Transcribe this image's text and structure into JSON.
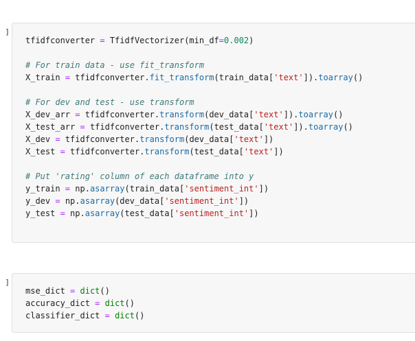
{
  "cells": [
    {
      "prompt": "[ ]:",
      "lines": [
        [
          {
            "t": "plain",
            "v": "tfidfconverter "
          },
          {
            "t": "op",
            "v": "="
          },
          {
            "t": "plain",
            "v": " TfidfVectorizer(min_df"
          },
          {
            "t": "op",
            "v": "="
          },
          {
            "t": "number",
            "v": "0.002"
          },
          {
            "t": "plain",
            "v": ")"
          }
        ],
        [],
        [
          {
            "t": "comment",
            "v": "# For train data - use fit_transform"
          }
        ],
        [
          {
            "t": "plain",
            "v": "X_train "
          },
          {
            "t": "op",
            "v": "="
          },
          {
            "t": "plain",
            "v": " tfidfconverter."
          },
          {
            "t": "method",
            "v": "fit_transform"
          },
          {
            "t": "plain",
            "v": "(train_data["
          },
          {
            "t": "string",
            "v": "'text'"
          },
          {
            "t": "plain",
            "v": "])."
          },
          {
            "t": "method",
            "v": "toarray"
          },
          {
            "t": "plain",
            "v": "()"
          }
        ],
        [],
        [
          {
            "t": "comment",
            "v": "# For dev and test - use transform"
          }
        ],
        [
          {
            "t": "plain",
            "v": "X_dev_arr "
          },
          {
            "t": "op",
            "v": "="
          },
          {
            "t": "plain",
            "v": " tfidfconverter."
          },
          {
            "t": "method",
            "v": "transform"
          },
          {
            "t": "plain",
            "v": "(dev_data["
          },
          {
            "t": "string",
            "v": "'text'"
          },
          {
            "t": "plain",
            "v": "])."
          },
          {
            "t": "method",
            "v": "toarray"
          },
          {
            "t": "plain",
            "v": "()"
          }
        ],
        [
          {
            "t": "plain",
            "v": "X_test_arr "
          },
          {
            "t": "op",
            "v": "="
          },
          {
            "t": "plain",
            "v": " tfidfconverter."
          },
          {
            "t": "method",
            "v": "transform"
          },
          {
            "t": "plain",
            "v": "(test_data["
          },
          {
            "t": "string",
            "v": "'text'"
          },
          {
            "t": "plain",
            "v": "])."
          },
          {
            "t": "method",
            "v": "toarray"
          },
          {
            "t": "plain",
            "v": "()"
          }
        ],
        [
          {
            "t": "plain",
            "v": "X_dev "
          },
          {
            "t": "op",
            "v": "="
          },
          {
            "t": "plain",
            "v": " tfidfconverter."
          },
          {
            "t": "method",
            "v": "transform"
          },
          {
            "t": "plain",
            "v": "(dev_data["
          },
          {
            "t": "string",
            "v": "'text'"
          },
          {
            "t": "plain",
            "v": "])"
          }
        ],
        [
          {
            "t": "plain",
            "v": "X_test "
          },
          {
            "t": "op",
            "v": "="
          },
          {
            "t": "plain",
            "v": " tfidfconverter."
          },
          {
            "t": "method",
            "v": "transform"
          },
          {
            "t": "plain",
            "v": "(test_data["
          },
          {
            "t": "string",
            "v": "'text'"
          },
          {
            "t": "plain",
            "v": "])"
          }
        ],
        [],
        [
          {
            "t": "comment",
            "v": "# Put 'rating' column of each dataframe into y"
          }
        ],
        [
          {
            "t": "plain",
            "v": "y_train "
          },
          {
            "t": "op",
            "v": "="
          },
          {
            "t": "plain",
            "v": " np."
          },
          {
            "t": "method",
            "v": "asarray"
          },
          {
            "t": "plain",
            "v": "(train_data["
          },
          {
            "t": "string",
            "v": "'sentiment_int'"
          },
          {
            "t": "plain",
            "v": "])"
          }
        ],
        [
          {
            "t": "plain",
            "v": "y_dev "
          },
          {
            "t": "op",
            "v": "="
          },
          {
            "t": "plain",
            "v": " np."
          },
          {
            "t": "method",
            "v": "asarray"
          },
          {
            "t": "plain",
            "v": "(dev_data["
          },
          {
            "t": "string",
            "v": "'sentiment_int'"
          },
          {
            "t": "plain",
            "v": "])"
          }
        ],
        [
          {
            "t": "plain",
            "v": "y_test "
          },
          {
            "t": "op",
            "v": "="
          },
          {
            "t": "plain",
            "v": " np."
          },
          {
            "t": "method",
            "v": "asarray"
          },
          {
            "t": "plain",
            "v": "(test_data["
          },
          {
            "t": "string",
            "v": "'sentiment_int'"
          },
          {
            "t": "plain",
            "v": "])"
          }
        ]
      ]
    },
    {
      "prompt": "[ ]:",
      "lines": [
        [
          {
            "t": "plain",
            "v": "mse_dict "
          },
          {
            "t": "op",
            "v": "="
          },
          {
            "t": "plain",
            "v": " "
          },
          {
            "t": "builtin",
            "v": "dict"
          },
          {
            "t": "plain",
            "v": "()"
          }
        ],
        [
          {
            "t": "plain",
            "v": "accuracy_dict "
          },
          {
            "t": "op",
            "v": "="
          },
          {
            "t": "plain",
            "v": " "
          },
          {
            "t": "builtin",
            "v": "dict"
          },
          {
            "t": "plain",
            "v": "()"
          }
        ],
        [
          {
            "t": "plain",
            "v": "classifier_dict "
          },
          {
            "t": "op",
            "v": "="
          },
          {
            "t": "plain",
            "v": " "
          },
          {
            "t": "builtin",
            "v": "dict"
          },
          {
            "t": "plain",
            "v": "()"
          }
        ]
      ]
    }
  ],
  "colors": {
    "cell_background": "#f7f7f7",
    "cell_border": "#dfdfdf",
    "comment": "#3d7a78",
    "number": "#098658",
    "string": "#ba2121",
    "method": "#1a6aa6",
    "builtin": "#008000",
    "operator": "#aa22ff"
  }
}
